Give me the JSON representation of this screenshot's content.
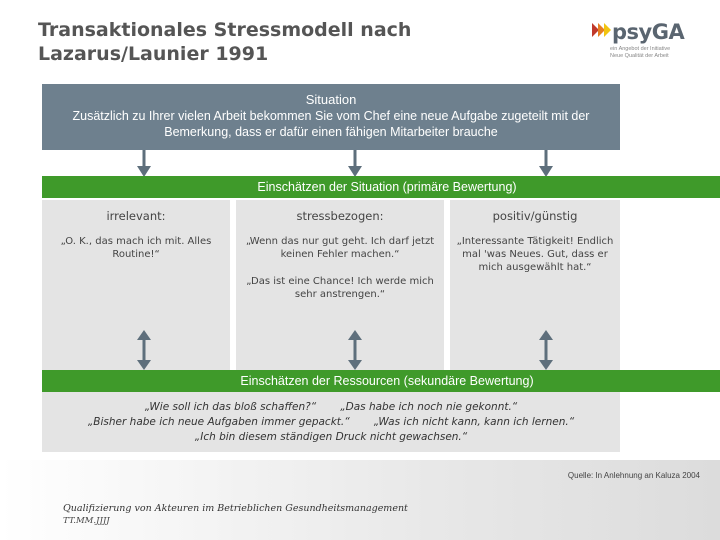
{
  "title": "Transaktionales Stressmodell nach Lazarus/Launier 1991",
  "logo": {
    "name": "psyGA",
    "tagline_1": "ein Angebot der Initiative",
    "tagline_2": "Neue Qualität der Arbeit"
  },
  "situation": {
    "heading": "Situation",
    "text": "Zusätzlich zu Ihrer vielen Arbeit bekommen Sie vom Chef eine neue Aufgabe zugeteilt mit der Bemerkung, dass er dafür einen fähigen Mitarbeiter brauche"
  },
  "primary_bar": "Einschätzen der Situation (primäre Bewertung)",
  "columns": [
    {
      "heading": "irrelevant:",
      "text": "„O. K., das mach ich mit. Alles Routine!“",
      "text2": ""
    },
    {
      "heading": "stressbezogen:",
      "text": "„Wenn das nur gut geht. Ich darf jetzt keinen Fehler machen.“",
      "text2": "„Das ist eine Chance! Ich werde mich sehr anstrengen.“"
    },
    {
      "heading": "positiv/günstig",
      "text": "„Interessante Tätigkeit! Endlich mal 'was Neues. Gut, dass er mich ausgewählt hat.“",
      "text2": ""
    }
  ],
  "secondary_bar": "Einschätzen der Ressourcen (sekundäre Bewertung)",
  "quotes": {
    "q1": "„Wie soll ich das bloß schaffen?“",
    "q2": "„Das habe ich noch nie gekonnt.“",
    "q3": "„Bisher habe ich neue Aufgaben immer gepackt.“",
    "q4": "„Was ich nicht kann, kann ich lernen.“",
    "q5": "„Ich bin diesem ständigen Druck nicht gewachsen.“"
  },
  "source": "Quelle: In Anlehnung an Kaluza 2004",
  "footer": {
    "line1": "Qualifizierung von Akteuren im Betrieblichen Gesundheitsmanagement",
    "line2": "TT.MM.JJJJ"
  },
  "colors": {
    "situation_box": "#6e808e",
    "bar_green": "#3f9a2a",
    "panel_gray": "#e4e4e4",
    "arrow": "#5e6f7c",
    "logo_arrows": [
      "#c0392b",
      "#e67e22",
      "#f1c40f"
    ]
  }
}
